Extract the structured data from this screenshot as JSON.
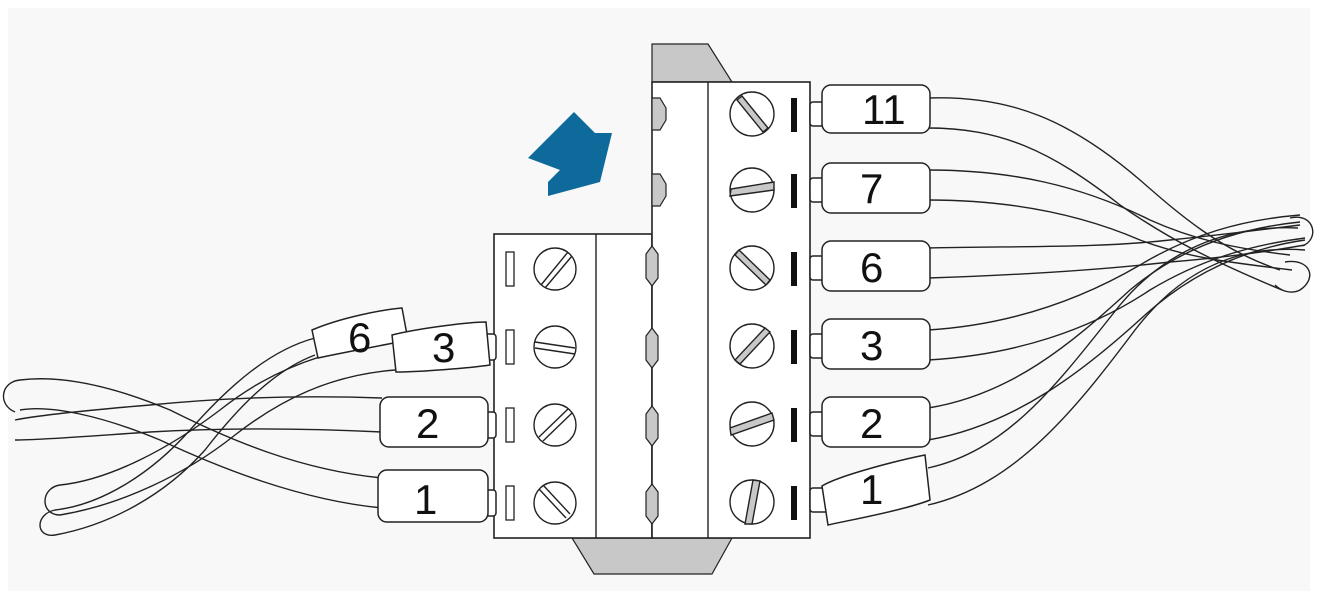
{
  "diagram": {
    "background": "#f8f8f8",
    "colors": {
      "outline": "#222222",
      "body": "#ffffff",
      "rail": "#c8c8c8",
      "arrow": "#0e6a9a"
    },
    "arrow_icon": "insert-arrow-icon",
    "left_connector": {
      "wire_labels": [
        "6",
        "3",
        "2",
        "1"
      ]
    },
    "right_connector": {
      "wire_labels": [
        "11",
        "7",
        "6",
        "3",
        "2",
        "1"
      ]
    }
  }
}
